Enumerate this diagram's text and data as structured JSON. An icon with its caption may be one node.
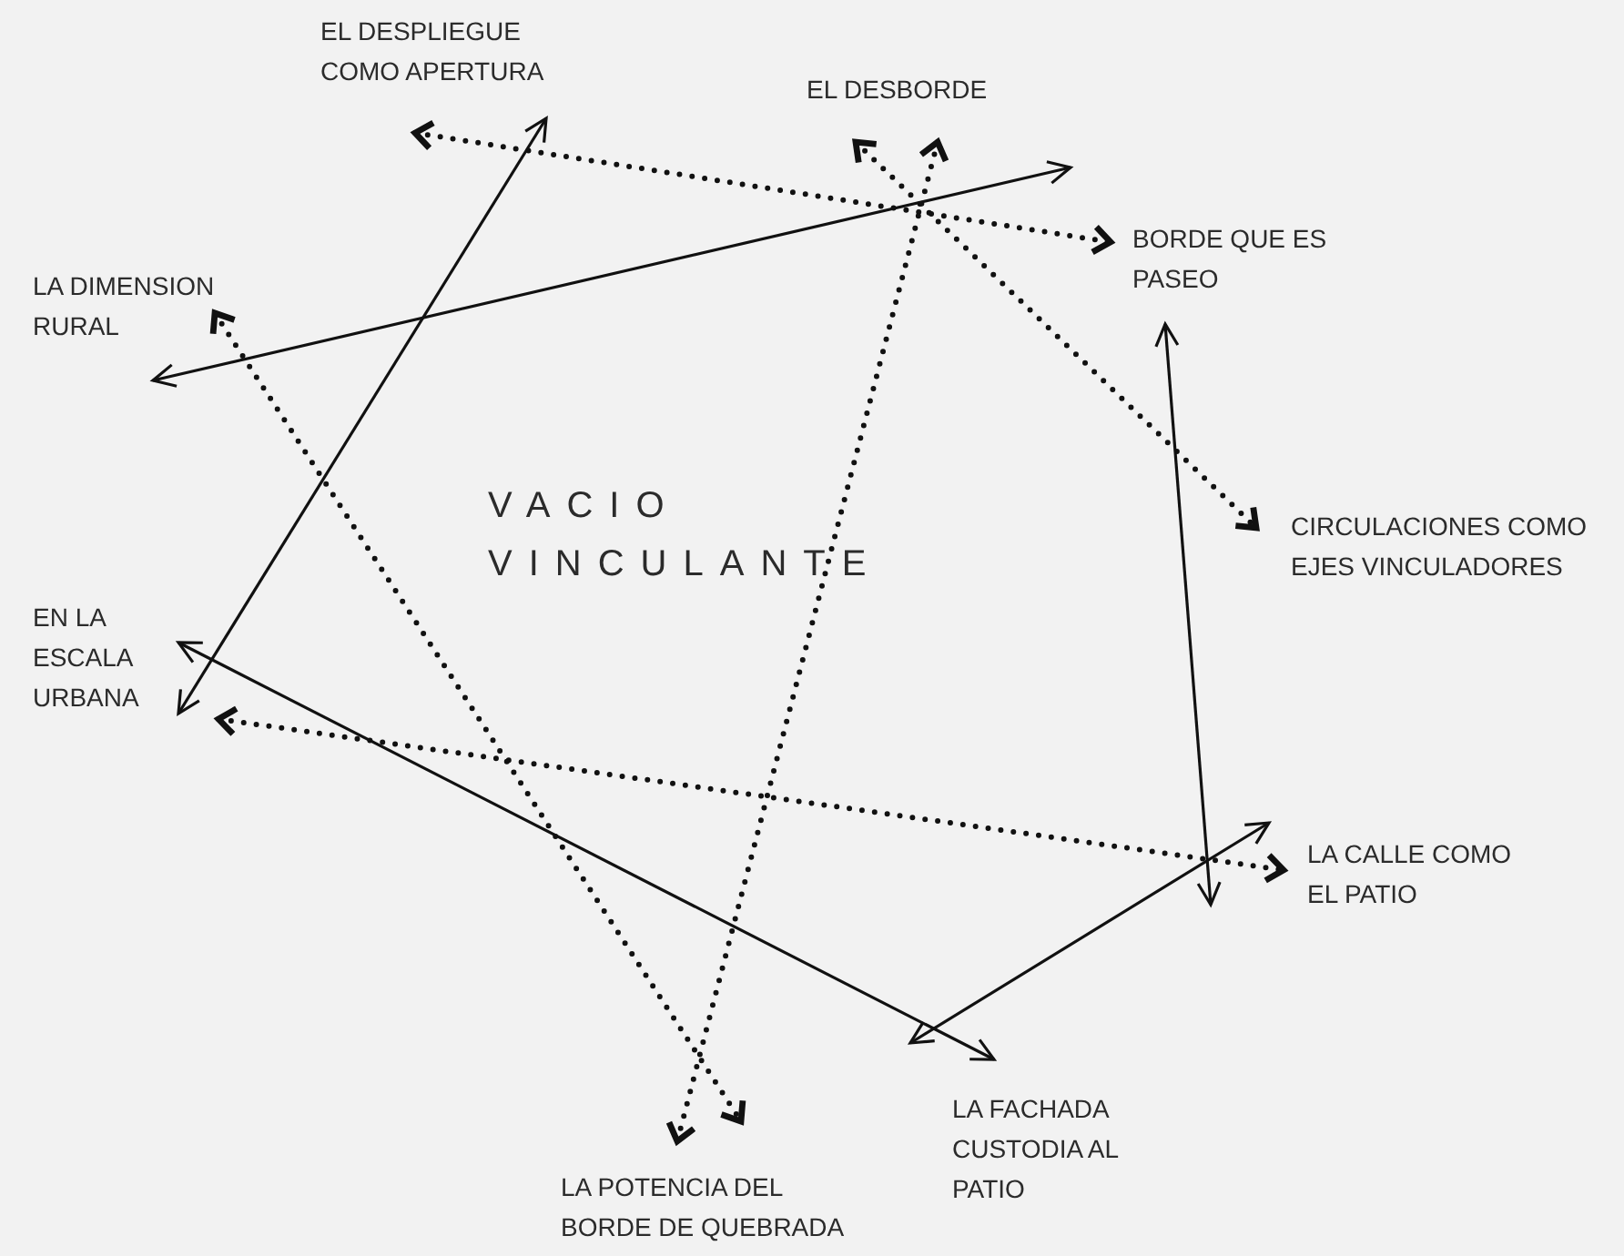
{
  "diagram": {
    "nodes": [
      {
        "text": [
          "EL DESPLIEGUE COMO APERTURA"
        ]
      },
      {
        "text": [
          "EL DESBORDE"
        ]
      },
      {
        "text": [
          "BORDE QUE ES PASEO"
        ]
      },
      {
        "text": [
          "LA DIMENSION RURAL"
        ]
      },
      {
        "text": [
          "CIRCULACIONES COMO EJES VINCULADORES"
        ]
      },
      {
        "text": [
          "EN LA ESCALA URBANA"
        ]
      },
      {
        "text": [
          "LA CALLE COMO EL PATIO"
        ]
      },
      {
        "text": [
          "LA FACHADA CUSTODIA AL PATIO"
        ]
      },
      {
        "text": [
          "LA POTENCIA DEL BORDE DE QUEBRADA"
        ]
      }
    ],
    "edges": [
      {
        "from": 0,
        "to": 5,
        "arrow": "both"
      },
      {
        "from": 2,
        "to": 3,
        "arrow": "both"
      },
      {
        "from": 2,
        "to": 6,
        "arrow": "both"
      },
      {
        "from": 6,
        "to": 7,
        "arrow": "both"
      },
      {
        "from": 5,
        "to": 7,
        "arrow": "both"
      },
      {
        "from": 0,
        "to": 2,
        "arrow": "both",
        "style": "dashed"
      },
      {
        "from": 1,
        "to": 4,
        "arrow": "both",
        "style": "dashed"
      },
      {
        "from": 1,
        "to": 8,
        "arrow": "both",
        "style": "dashed"
      },
      {
        "from": 3,
        "to": 8,
        "arrow": "both",
        "style": "dashed"
      },
      {
        "from": 5,
        "to": 6,
        "arrow": "both",
        "style": "dashed"
      }
    ],
    "labels": [
      "VACIO VINCULANTE"
    ]
  }
}
